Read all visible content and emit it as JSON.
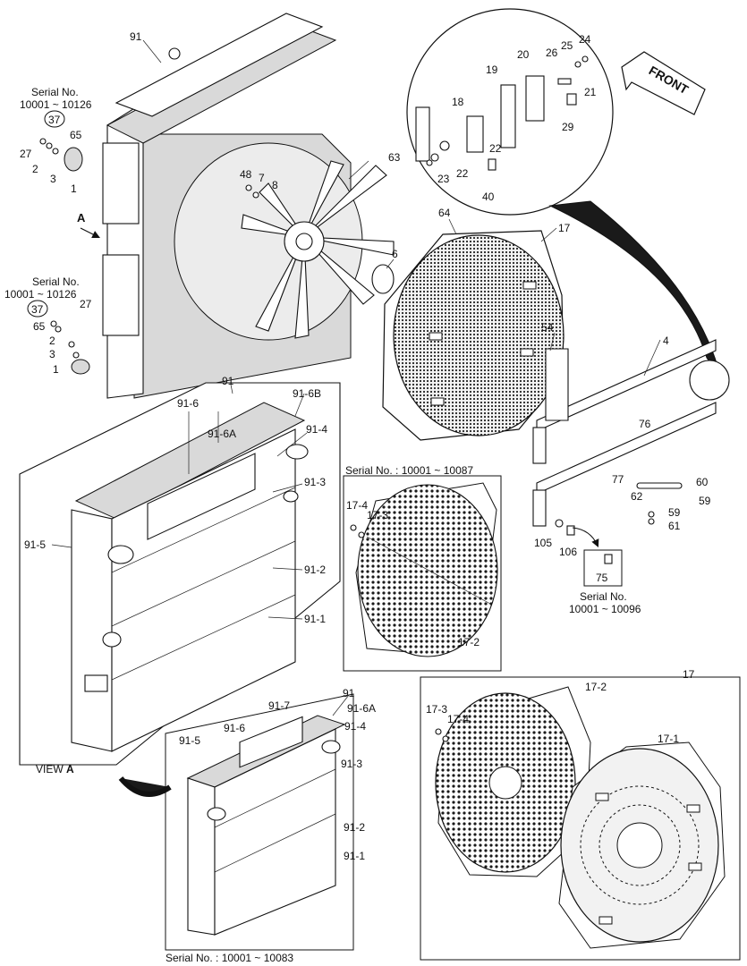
{
  "view_label": {
    "text": "VIEW ",
    "letter": "A"
  },
  "arrow_letter": "A",
  "front_label": "FRONT",
  "serial_labels": {
    "top_left": {
      "line1": "Serial No.",
      "line2": "10001 ~ 10126"
    },
    "mid_left": {
      "line1": "Serial No.",
      "line2": "10001 ~ 10126"
    },
    "guard_box": "Serial No. : 10001 ~ 10087",
    "bottom_box": "Serial No. : 10001 ~ 10083",
    "bolt_box": {
      "line1": "Serial No.",
      "line2": "10001 ~ 10096"
    }
  },
  "callouts": {
    "c91_top": "91",
    "c37_top": "37",
    "c65_top": "65",
    "c27_top": "27",
    "c2_top": "2",
    "c3_top": "3",
    "c1_top": "1",
    "c48": "48",
    "c7": "7",
    "c8": "8",
    "c63": "63",
    "c6": "6",
    "c64": "64",
    "c17_guard": "17",
    "c37_mid": "37",
    "c27_mid": "27",
    "c65_mid": "65",
    "c2_mid": "2",
    "c3_mid": "3",
    "c1_mid": "1",
    "c24": "24",
    "c25": "25",
    "c26": "26",
    "c20": "20",
    "c19": "19",
    "c18": "18",
    "c21": "21",
    "c29": "29",
    "c22a": "22",
    "c22b": "22",
    "c23": "23",
    "c40": "40",
    "c54": "54",
    "c4": "4",
    "c76": "76",
    "c77": "77",
    "c60": "60",
    "c62": "62",
    "c59a": "59",
    "c59b": "59",
    "c61": "61",
    "c105": "105",
    "c106": "106",
    "c75": "75",
    "c91_view": "91",
    "c91_6_view": "91-6",
    "c91_6b_view": "91-6B",
    "c91_6a_view": "91-6A",
    "c91_4_view": "91-4",
    "c91_3_view": "91-3",
    "c91_5_view": "91-5",
    "c91_2_view": "91-2",
    "c91_1_view": "91-1",
    "c17_4_box": "17-4",
    "c17_3_box": "17-3",
    "c17_2_box": "17-2",
    "c91_low": "91",
    "c91_7_low": "91-7",
    "c91_6a_low": "91-6A",
    "c91_5_low": "91-5",
    "c91_6_low": "91-6",
    "c91_4_low": "91-4",
    "c91_3_low": "91-3",
    "c91_2_low": "91-2",
    "c91_1_low": "91-1",
    "c17_low": "17",
    "c17_3_low": "17-3",
    "c17_4_low": "17-4",
    "c17_2_low": "17-2",
    "c17_1_low": "17-1"
  }
}
